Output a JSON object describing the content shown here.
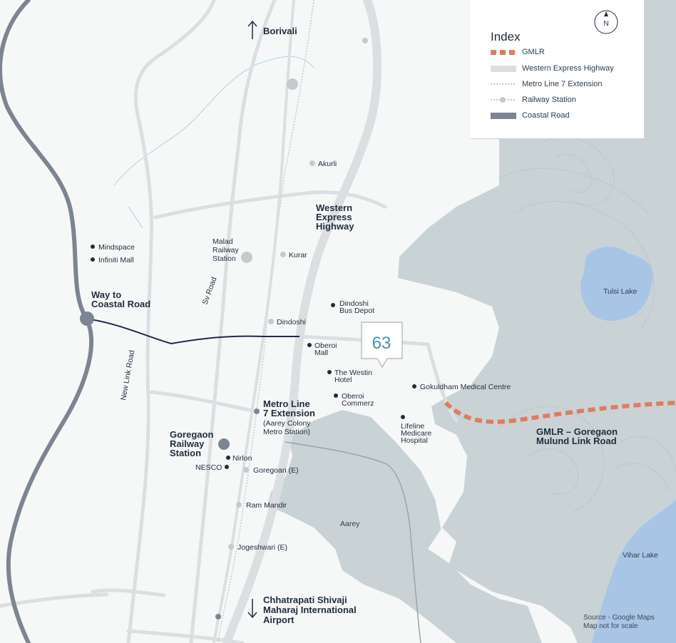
{
  "map": {
    "north_label": "Borivali",
    "south_label": [
      "Chhatrapati Shivaji",
      "Maharaj International",
      "Airport"
    ],
    "project_badge": "63",
    "highways": {
      "weh": [
        "Western",
        "Express",
        "Highway"
      ],
      "coastal": [
        "Way to",
        "Coastal Road"
      ],
      "gmlr": [
        "GMLR – Goregaon",
        "Mulund Link Road"
      ],
      "metro": [
        "Metro Line",
        "7 Extension"
      ],
      "metro_sub": [
        "(Aarey Colony",
        "Metro Station)"
      ]
    },
    "roads": {
      "sv": "Sv Road",
      "new_link": "New Link Road"
    },
    "stations": {
      "malad": [
        "Malad",
        "Railway",
        "Station"
      ],
      "goregaon": [
        "Goregaon",
        "Railway",
        "Station"
      ]
    },
    "points": {
      "akurli": "Akurli",
      "kurar": "Kurar",
      "dindoshi": "Dindoshi",
      "dindoshi_depot": [
        "Dindoshi",
        "Bus Depot"
      ],
      "oberoi_mall": [
        "Oberoi",
        "Mall"
      ],
      "westin": [
        "The Westin",
        "Hotel"
      ],
      "oberoi_commerz": [
        "Oberoi",
        "Commerz"
      ],
      "gokuldham": "Gokuldham Medical Centre",
      "lifeline": [
        "Lifeline",
        "Medicare",
        "Hospital"
      ],
      "mindspace": "Mindspace",
      "infiniti": "Infiniti Mall",
      "nirlon": "Nirlon",
      "nesco": "NESCO",
      "goregaon_e": "Goregoan (E)",
      "ram_mandir": "Ram Mandir",
      "jogeshwari": "Jogeshwari (E)"
    },
    "areas": {
      "tulsi": "Tulsi Lake",
      "vihar": "Vihar Lake",
      "aarey": "Aarey"
    }
  },
  "legend": {
    "title": "Index",
    "compass": "N",
    "items": [
      {
        "label": "GMLR",
        "style": "dashed",
        "color": "#e07c5c"
      },
      {
        "label": "Western Express Highway",
        "style": "solid",
        "color": "#dcdfe1"
      },
      {
        "label": "Metro Line 7 Extension",
        "style": "dotted",
        "color": "#c4cacd"
      },
      {
        "label": "Railway Station",
        "style": "station",
        "color": "#c4cacd"
      },
      {
        "label": "Coastal Road",
        "style": "solid",
        "color": "#7c8591"
      }
    ]
  },
  "footer": {
    "line1": "Source - Google Maps",
    "line2": "Map not for scale"
  },
  "colors": {
    "forest": "#c9d3d6",
    "water": "#a9c5e6",
    "land": "#f6f8f8",
    "road": "#dcdfe1",
    "coastal": "#7c8591",
    "link": "#1e2c4a",
    "gmlr": "#e07c5c",
    "text": "#1f2d3d"
  }
}
